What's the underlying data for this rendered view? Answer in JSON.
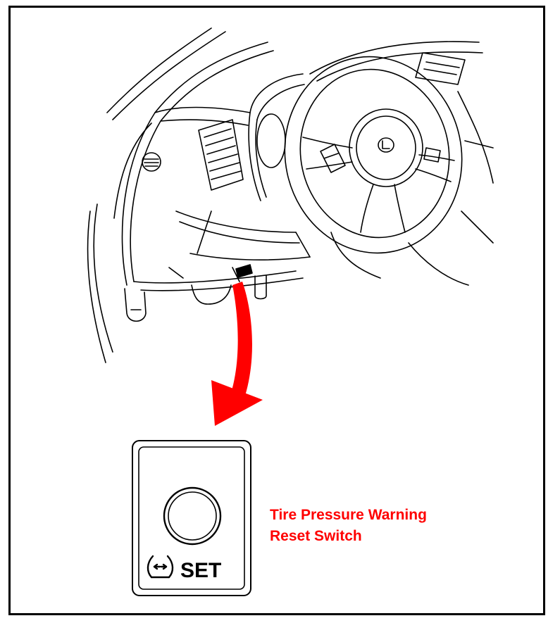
{
  "diagram": {
    "callout": {
      "line1": "Tire Pressure Warning",
      "line2": "Reset Switch"
    },
    "switch_panel": {
      "label": "SET",
      "symbol_icon": "tire-pressure-warning-icon",
      "button_icon": "round-push-button-icon"
    },
    "colors": {
      "arrow": "#ff0000",
      "callout_text": "#ff0000",
      "line_art": "#000000",
      "border": "#000000"
    }
  }
}
